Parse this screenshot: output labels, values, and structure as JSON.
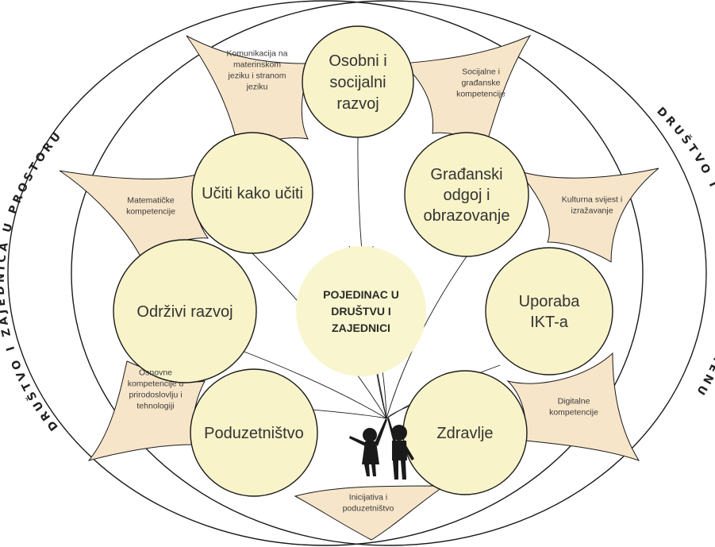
{
  "diagram": {
    "center": {
      "lines": [
        "POJEDINAC U",
        "DRUŠTVU I",
        "ZAJEDNICI"
      ]
    },
    "left_arc_label": "DRUŠTVO I ZAJEDNICA U PROSTORU",
    "right_arc_label": "DRUŠTVO I ZAJEDNICA U VREMENU",
    "themes": [
      {
        "id": "osobni",
        "lines": [
          "Osobni i",
          "socijalni",
          "razvoj"
        ]
      },
      {
        "id": "ucitikako",
        "lines": [
          "Učiti kako učiti"
        ]
      },
      {
        "id": "gradanski",
        "lines": [
          "Građanski",
          "odgoj i",
          "obrazovanje"
        ]
      },
      {
        "id": "odrzivi",
        "lines": [
          "Održivi razvoj"
        ]
      },
      {
        "id": "uporaba",
        "lines": [
          "Uporaba",
          "IKT-a"
        ]
      },
      {
        "id": "poduzetnistvo",
        "lines": [
          "Poduzetništvo"
        ]
      },
      {
        "id": "zdravlje",
        "lines": [
          "Zdravlje"
        ]
      }
    ],
    "competences": [
      {
        "id": "komunikacija",
        "lines": [
          "Komunikacija na",
          "materinskom",
          "jeziku i stranom",
          "jeziku"
        ]
      },
      {
        "id": "socijalne",
        "lines": [
          "Socijalne i",
          "građanske",
          "kompetencije"
        ]
      },
      {
        "id": "matematicke",
        "lines": [
          "Matematičke",
          "kompetencije"
        ]
      },
      {
        "id": "kulturna",
        "lines": [
          "Kulturna svijest i",
          "izražavanje"
        ]
      },
      {
        "id": "osnovne",
        "lines": [
          "Osnovne",
          "kompetencije u",
          "prirodoslovlju i",
          "tehnologiji"
        ]
      },
      {
        "id": "digitalne",
        "lines": [
          "Digitalne",
          "kompetencije"
        ]
      },
      {
        "id": "inicijativa",
        "lines": [
          "Inicijativa i",
          "poduzetništvo"
        ]
      }
    ],
    "colors": {
      "circle_fill": "#f8f3c9",
      "circle_stroke": "#1a1a1a",
      "center_fill": "#f9f6cf",
      "web_fill": "#f7e5c9",
      "outline": "#1a1a1a",
      "silhouette": "#1a1a1a"
    }
  }
}
